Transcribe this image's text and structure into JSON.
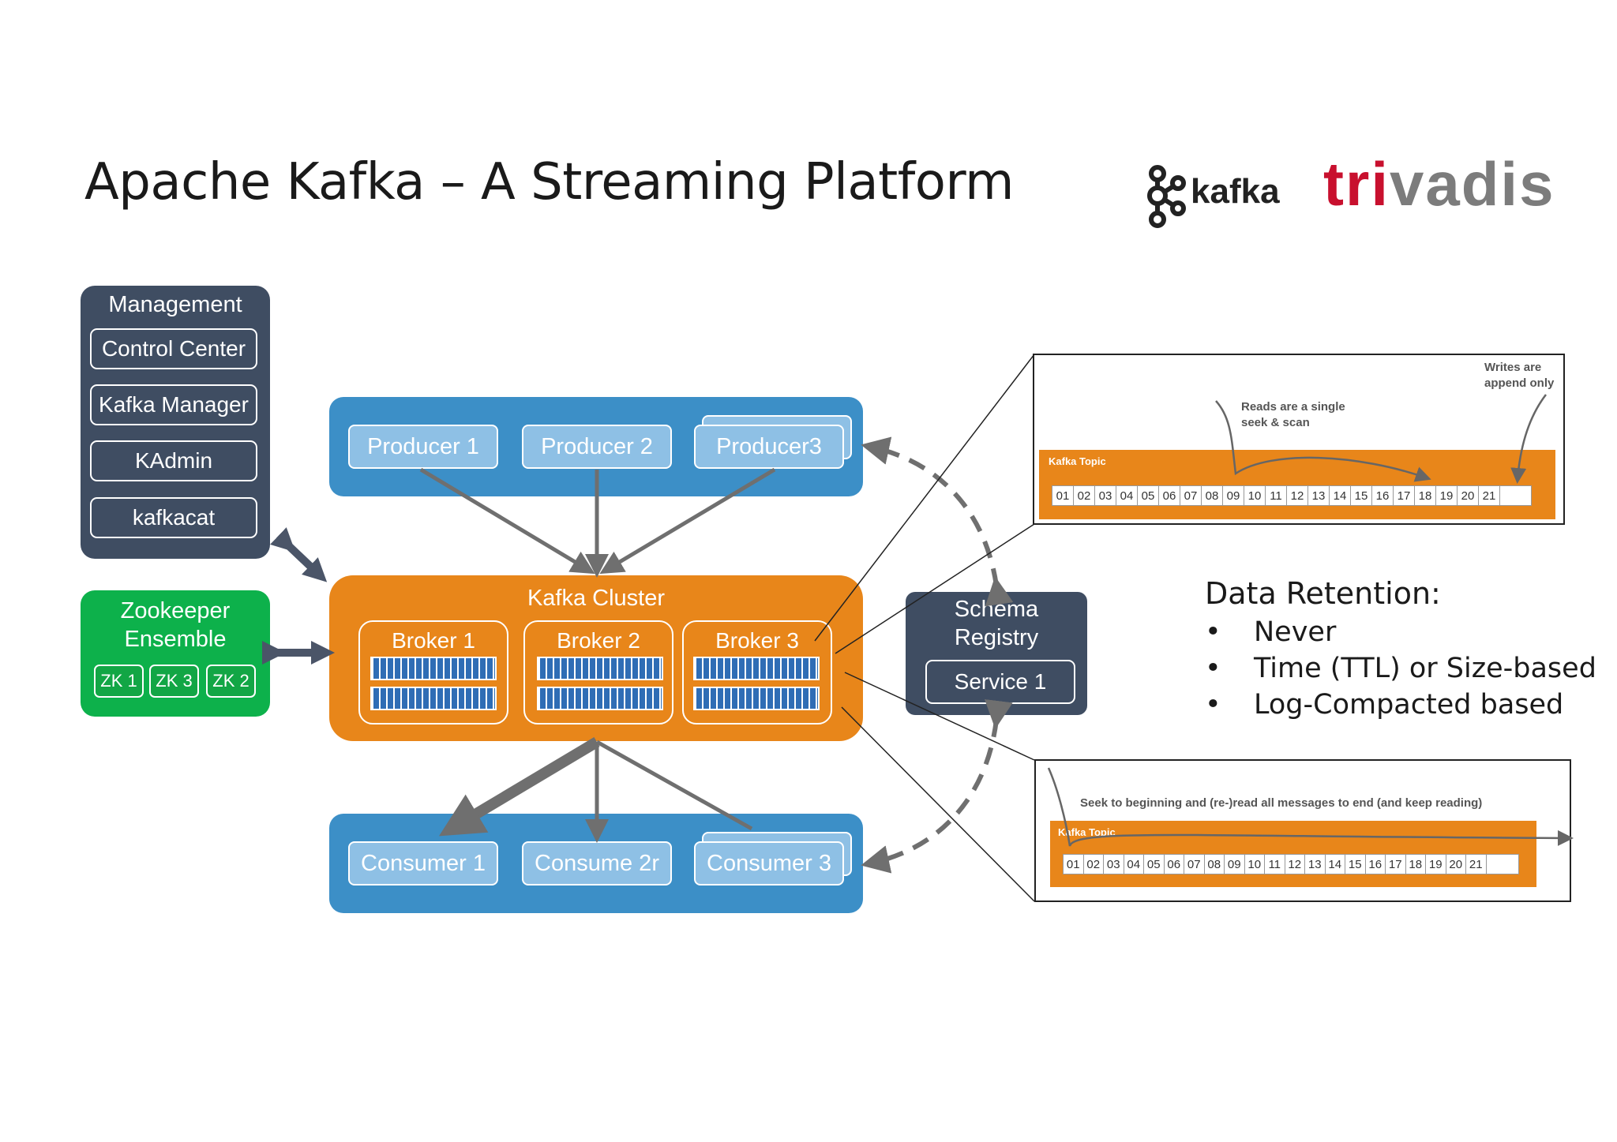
{
  "title": "Apache Kafka – A Streaming Platform",
  "logos": {
    "kafka": "kafka",
    "trivadis_red": "tri",
    "trivadis_grey": "vadis"
  },
  "management": {
    "title": "Management",
    "items": [
      "Control Center",
      "Kafka Manager",
      "KAdmin",
      "kafkacat"
    ]
  },
  "zookeeper": {
    "title_line1": "Zookeeper",
    "title_line2": "Ensemble",
    "nodes": [
      "ZK 1",
      "ZK 3",
      "ZK 2"
    ]
  },
  "producers": [
    "Producer 1",
    "Producer 2",
    "Producer3"
  ],
  "cluster": {
    "title": "Kafka Cluster",
    "brokers": [
      "Broker 1",
      "Broker 2",
      "Broker 3"
    ]
  },
  "consumers": [
    "Consumer 1",
    "Consume 2r",
    "Consumer 3"
  ],
  "schema_registry": {
    "title_line1": "Schema",
    "title_line2": "Registry",
    "service": "Service 1"
  },
  "retention": {
    "heading": "Data Retention:",
    "bullet": "•",
    "items": [
      "Never",
      "Time (TTL) or Size-based",
      "Log-Compacted based"
    ]
  },
  "topic_top": {
    "writes_line1": "Writes are",
    "writes_line2": "append only",
    "reads_line1": "Reads are a single",
    "reads_line2": "seek & scan",
    "topic_label": "Kafka Topic",
    "cells": [
      "01",
      "02",
      "03",
      "04",
      "05",
      "06",
      "07",
      "08",
      "09",
      "10",
      "11",
      "12",
      "13",
      "14",
      "15",
      "16",
      "17",
      "18",
      "19",
      "20",
      "21"
    ]
  },
  "topic_bottom": {
    "caption": "Seek to beginning and (re-)read all messages to end (and keep reading)",
    "topic_label": "Kafka Topic",
    "cells": [
      "01",
      "02",
      "03",
      "04",
      "05",
      "06",
      "07",
      "08",
      "09",
      "10",
      "11",
      "12",
      "13",
      "14",
      "15",
      "16",
      "17",
      "18",
      "19",
      "20",
      "21"
    ]
  },
  "colors": {
    "management": "#3f4d62",
    "zookeeper": "#0db14b",
    "clients": "#3c8fc7",
    "cluster": "#e8861a",
    "trivadis_red": "#c8102e"
  }
}
